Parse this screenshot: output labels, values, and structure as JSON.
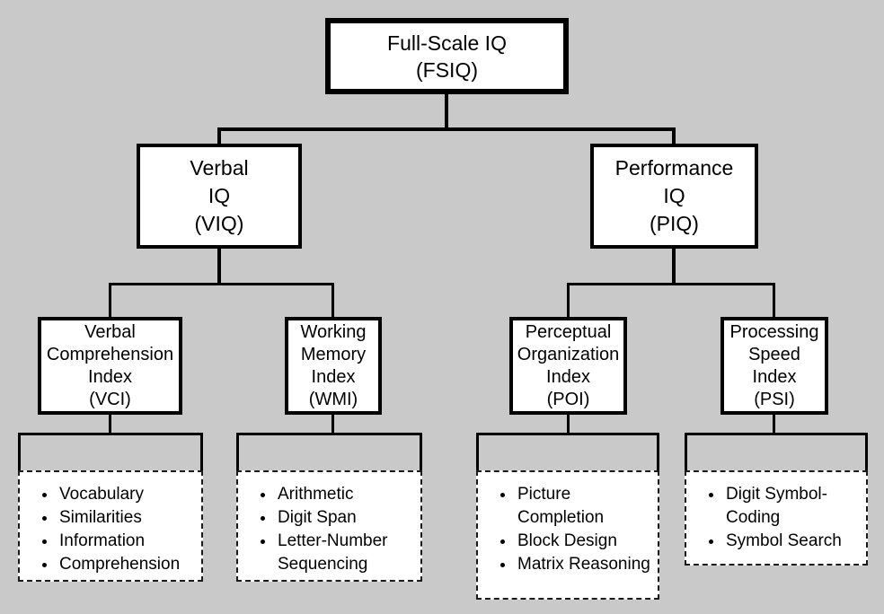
{
  "colors": {
    "background": "#c9c9c9",
    "box_fill": "#ffffff",
    "line": "#000000"
  },
  "nodes": {
    "fsiq": {
      "lines": [
        "Full-Scale IQ",
        "(FSIQ)"
      ]
    },
    "viq": {
      "lines": [
        "Verbal",
        "IQ",
        "(VIQ)"
      ]
    },
    "piq": {
      "lines": [
        "Performance",
        "IQ",
        "(PIQ)"
      ]
    },
    "vci": {
      "lines": [
        "Verbal",
        "Comprehension",
        "Index",
        "(VCI)"
      ]
    },
    "wmi": {
      "lines": [
        "Working",
        "Memory",
        "Index",
        "(WMI)"
      ]
    },
    "poi": {
      "lines": [
        "Perceptual",
        "Organization",
        "Index",
        "(POI)"
      ]
    },
    "psi": {
      "lines": [
        "Processing",
        "Speed",
        "Index",
        "(PSI)"
      ]
    }
  },
  "subtests": {
    "vci": [
      "Vocabulary",
      "Similarities",
      "Information",
      "Comprehension"
    ],
    "wmi": [
      "Arithmetic",
      "Digit Span",
      "Letter-Number Sequencing"
    ],
    "poi": [
      "Picture Completion",
      "Block Design",
      "Matrix Reasoning"
    ],
    "psi": [
      "Digit Symbol-Coding",
      "Symbol Search"
    ]
  }
}
